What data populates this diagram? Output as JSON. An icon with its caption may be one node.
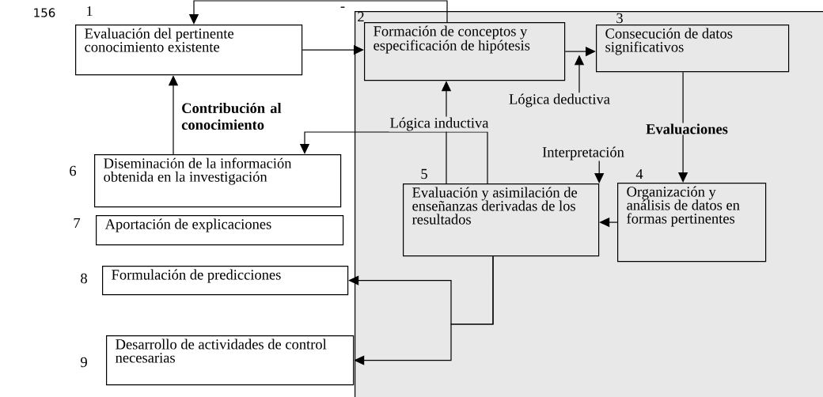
{
  "diagram": {
    "nodes": [
      {
        "text": [
          "Evaluación del pertinente conocimiento existente"
        ],
        "beside": [
          "1"
        ]
      },
      {
        "text": [],
        "shape": "box"
      },
      {
        "text": [
          "Formación de conceptos y especificación de hipótesis"
        ],
        "in": 1,
        "beside": [
          "2"
        ]
      },
      {
        "text": [
          "Consecución de datos significativos"
        ],
        "in": 1,
        "beside": [
          "3"
        ]
      },
      {
        "text": [
          "Organización y análisis de datos en formas pertinentes"
        ],
        "in": 1,
        "beside": [
          "4"
        ]
      },
      {
        "text": [
          "Evaluación y asimilación de enseñanzas derivadas de los resultados"
        ],
        "in": 1,
        "beside": [
          "5"
        ]
      },
      {
        "text": [
          "Diseminación de la información obtenida en la investigación"
        ],
        "beside": [
          "6"
        ]
      },
      {
        "text": [
          "Aportación de explicaciones"
        ],
        "beside": [
          "7"
        ]
      },
      {
        "text": [
          "Formulación de predicciones"
        ],
        "beside": [
          "8"
        ]
      },
      {
        "text": [
          "Desarrollo de actividades de control necesarias"
        ],
        "beside": [
          "9"
        ]
      },
      {
        "text": [
          "Lógica deductiva"
        ],
        "in": 1
      },
      {
        "text": [
          "Interpretación"
        ],
        "in": 1
      }
    ],
    "edges": [
      {
        "from": 0,
        "to": 2,
        "arrow": "to"
      },
      {
        "from": 2,
        "to": 3,
        "arrow": "to"
      },
      {
        "from": 10,
        "to": null,
        "arrow": "to"
      },
      {
        "from": 3,
        "to": 4,
        "arrow": "to",
        "label": "Evaluaciones"
      },
      {
        "from": 11,
        "to": 5,
        "arrow": "to"
      },
      {
        "from": 4,
        "to": 5,
        "arrow": "to"
      },
      {
        "from": 5,
        "to": 2,
        "arrow": "to",
        "label": "Lógica inductiva"
      },
      {
        "from": 5,
        "to": 6,
        "arrow": "to"
      },
      {
        "from": 2,
        "to": 0,
        "arrow": "to"
      },
      {
        "from": 6,
        "to": 0,
        "arrow": "to",
        "label": "Contribución al conocimiento"
      },
      {
        "from": 5,
        "to": 8,
        "arrow": "to"
      },
      {
        "from": 5,
        "to": 9,
        "arrow": "to"
      }
    ],
    "labels": [
      "156",
      "-"
    ]
  }
}
